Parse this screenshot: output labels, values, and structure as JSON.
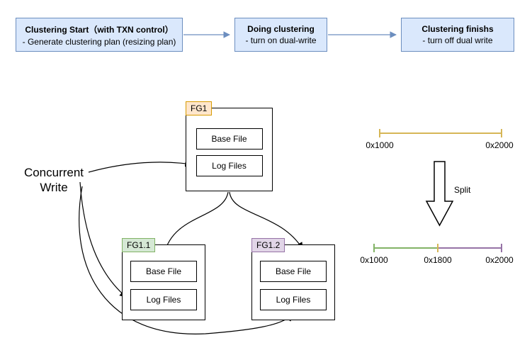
{
  "flow": {
    "steps": [
      {
        "title": "Clustering Start（with TXN control）",
        "subtitle": "- Generate clustering plan (resizing plan)"
      },
      {
        "title": "Doing clustering",
        "subtitle": "- turn on dual-write"
      },
      {
        "title": "Clustering finishs",
        "subtitle": "- turn off dual write"
      }
    ]
  },
  "diagram": {
    "concurrent_write_label": "Concurrent Write",
    "groups": {
      "fg1": {
        "label": "FG1",
        "base": "Base File",
        "log": "Log Files"
      },
      "fg11": {
        "label": "FG1.1",
        "base": "Base File",
        "log": "Log Files"
      },
      "fg12": {
        "label": "FG1.2",
        "base": "Base File",
        "log": "Log Files"
      }
    }
  },
  "ranges": {
    "split_label": "Split",
    "before": {
      "start": "0x1000",
      "end": "0x2000"
    },
    "after": {
      "start": "0x1000",
      "mid": "0x1800",
      "end": "0x2000"
    }
  },
  "colors": {
    "flow_fill": "#dae8fc",
    "flow_border": "#6c8ebf",
    "fg1_fill": "#ffe6cc",
    "fg1_border": "#d79b00",
    "fg11_fill": "#d5e8d4",
    "fg11_border": "#82b366",
    "fg12_fill": "#e1d5e7",
    "fg12_border": "#9673a6",
    "line_before": "#d6b656",
    "line_green": "#82b366",
    "line_purple": "#9673a6",
    "connector_black": "#000000"
  }
}
